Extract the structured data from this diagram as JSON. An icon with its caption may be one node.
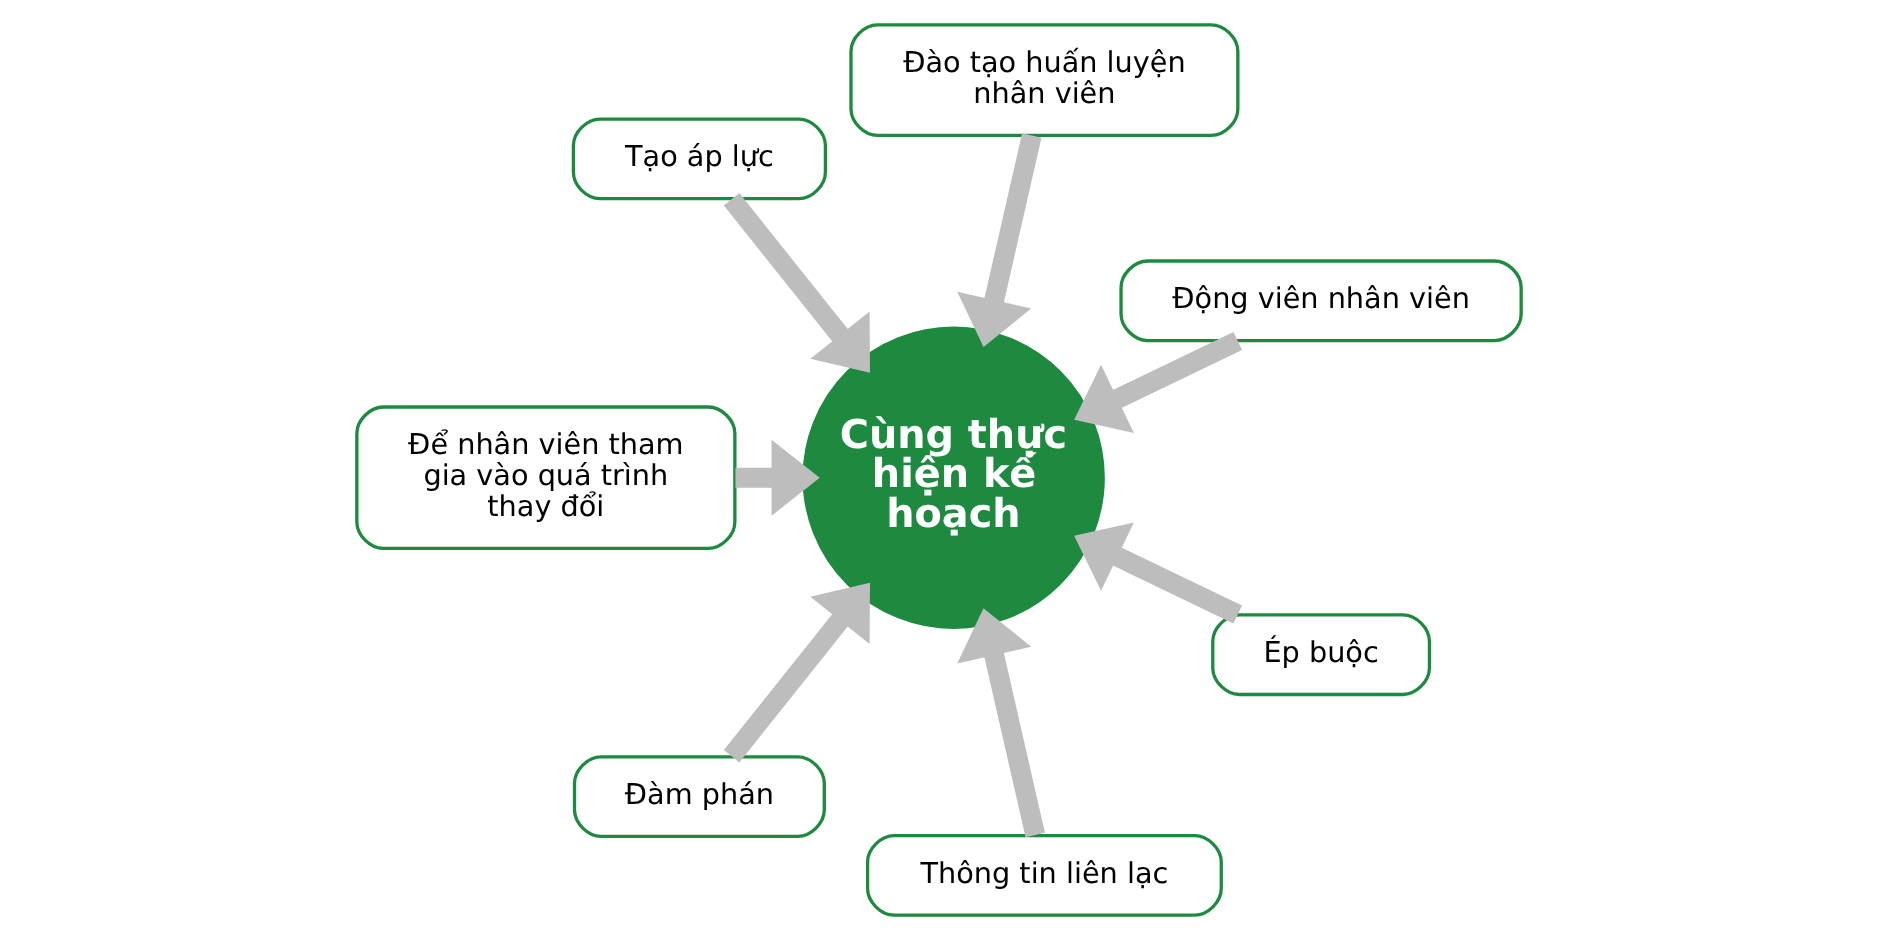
{
  "diagram": {
    "nodes": [
      {
        "text": [
          "Động viên nhân viên"
        ]
      },
      {
        "text": [
          "Đào tạo huấn luyện nhân viên"
        ]
      },
      {
        "text": [
          "Tạo áp lực"
        ]
      },
      {
        "text": [
          "Để nhân viên tham gia vào quá trình thay đổi"
        ]
      },
      {
        "text": [
          "Đàm phán"
        ]
      },
      {
        "text": [
          "Thông tin liên lạc"
        ]
      },
      {
        "text": [
          "Ép buộc"
        ]
      },
      {
        "text": [
          "Cùng thực hiện kế hoạch"
        ]
      }
    ],
    "edges": [
      {
        "from": 0,
        "to": 7,
        "arrow": "to"
      },
      {
        "from": 1,
        "to": 7,
        "arrow": "to"
      },
      {
        "from": 2,
        "to": 7,
        "arrow": "to"
      },
      {
        "from": 3,
        "to": 7,
        "arrow": "to"
      },
      {
        "from": 4,
        "to": 7,
        "arrow": "to"
      },
      {
        "from": 5,
        "to": 7,
        "arrow": "to"
      },
      {
        "from": 6,
        "to": 7,
        "arrow": "to"
      }
    ]
  }
}
